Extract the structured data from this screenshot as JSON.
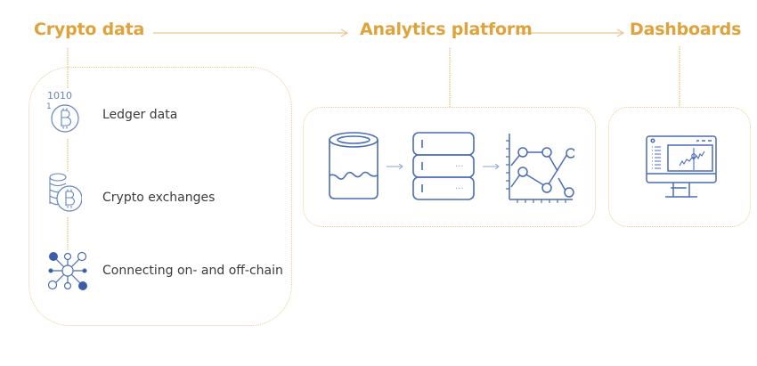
{
  "colors": {
    "accent": "#e0a23a",
    "connector": "#eacb91",
    "icon_stroke": "#4a6db3",
    "icon_fill": "#3b5ea8",
    "text": "#3b3b3b"
  },
  "stages": [
    {
      "title": "Crypto data"
    },
    {
      "title": "Analytics platform"
    },
    {
      "title": "Dashboards"
    }
  ],
  "crypto_data": {
    "items": [
      {
        "label": "Ledger data",
        "icon": "bitcoin-binary-icon",
        "binary_text": [
          "1010",
          "1"
        ]
      },
      {
        "label": "Crypto exchanges",
        "icon": "coin-stack-bitcoin-icon"
      },
      {
        "label": "Connecting on- and off-chain",
        "icon": "network-hub-icon"
      }
    ]
  },
  "analytics_platform": {
    "icons": [
      "database-icon",
      "server-stack-icon",
      "line-chart-icon"
    ],
    "server_dots": "···"
  },
  "dashboards": {
    "icons": [
      "monitor-dashboard-icon"
    ]
  }
}
